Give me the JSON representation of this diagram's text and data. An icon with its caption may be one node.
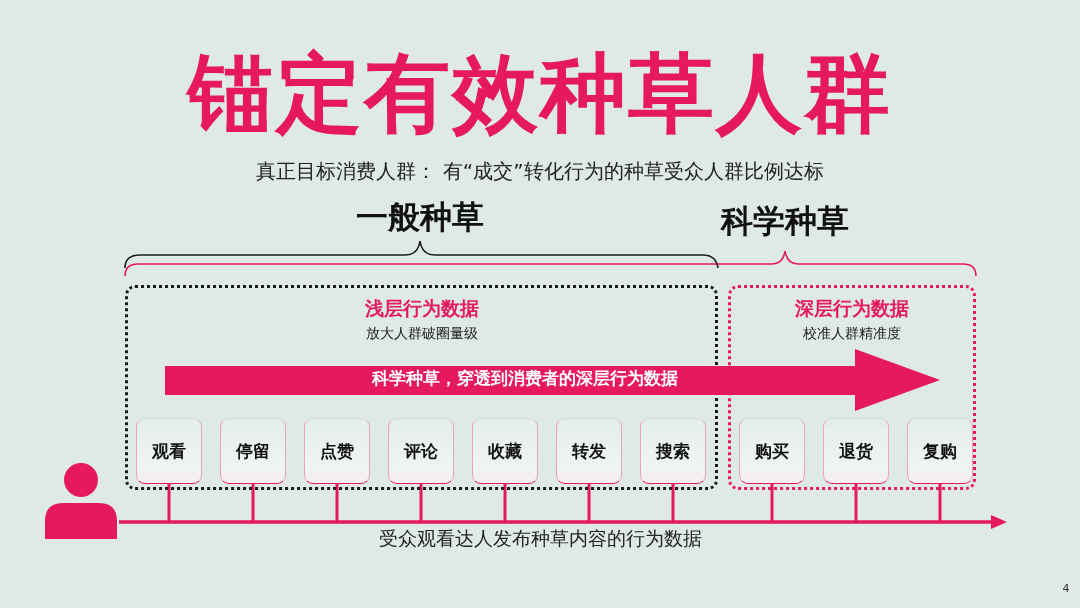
{
  "diagram": {
    "title": "锚定有效种草人群",
    "nodes": [
      {
        "text": [
          "浅层行为数据",
          "放大人群破圈量级"
        ]
      },
      {
        "text": [
          "深层行为数据",
          "校准人群精准度"
        ]
      },
      {
        "text": [
          "科学种草，穿透到消费者的深层行为数据"
        ]
      },
      {
        "text": [
          "观看"
        ],
        "in": 0
      },
      {
        "text": [
          "停留"
        ],
        "in": 0
      },
      {
        "text": [
          "点赞"
        ],
        "in": 0
      },
      {
        "text": [
          "评论"
        ],
        "in": 0
      },
      {
        "text": [
          "收藏"
        ],
        "in": 0
      },
      {
        "text": [
          "转发"
        ],
        "in": 0
      },
      {
        "text": [
          "搜索"
        ],
        "in": 0
      },
      {
        "text": [
          "购买"
        ],
        "in": 1
      },
      {
        "text": [
          "退货"
        ],
        "in": 1
      },
      {
        "text": [
          "复购"
        ],
        "in": 1
      },
      {
        "text": [],
        "shape": "person"
      }
    ],
    "edges": [
      {
        "from": 13,
        "to": null,
        "arrow": "to",
        "label": "受众观看达人发布种草内容的行为数据"
      },
      {
        "from": 13,
        "to": 3,
        "arrow": "none"
      },
      {
        "from": 13,
        "to": 4,
        "arrow": "none"
      },
      {
        "from": 13,
        "to": 5,
        "arrow": "none"
      },
      {
        "from": 13,
        "to": 6,
        "arrow": "none"
      },
      {
        "from": 13,
        "to": 7,
        "arrow": "none"
      },
      {
        "from": 13,
        "to": 8,
        "arrow": "none"
      },
      {
        "from": 13,
        "to": 9,
        "arrow": "none"
      },
      {
        "from": 13,
        "to": 10,
        "arrow": "none"
      },
      {
        "from": 13,
        "to": 11,
        "arrow": "none"
      },
      {
        "from": 13,
        "to": 12,
        "arrow": "none"
      }
    ],
    "labels": [
      "真正目标消费人群： 有“成交”转化行为的种草受众人群比例达标",
      "一般种草",
      "科学种草",
      "4"
    ]
  }
}
